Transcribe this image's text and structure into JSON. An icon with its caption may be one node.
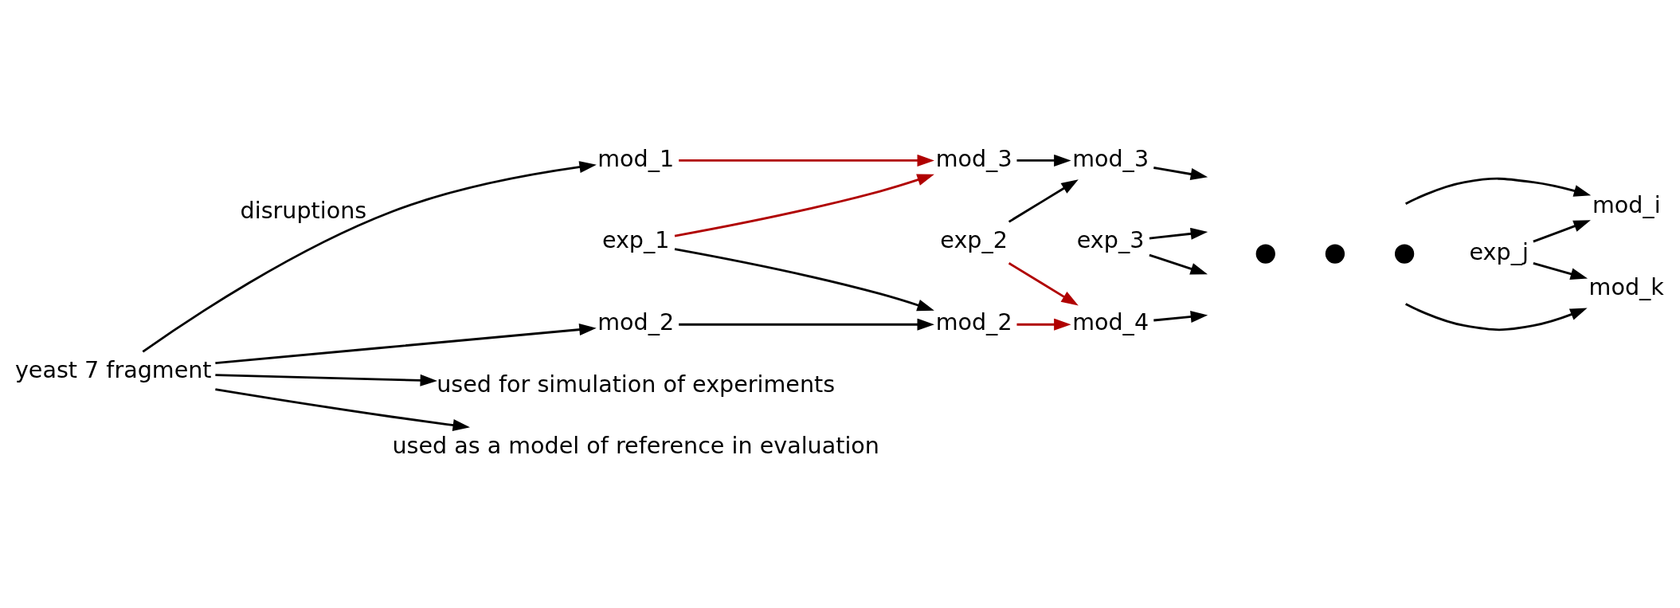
{
  "diagram": {
    "nodes": [
      {
        "text": [
          "yeast 7 fragment"
        ]
      },
      {
        "text": [
          "mod_1"
        ]
      },
      {
        "text": [
          "mod_2"
        ]
      },
      {
        "text": [
          "exp_1"
        ]
      },
      {
        "text": [
          "mod_3"
        ]
      },
      {
        "text": [
          "mod_2"
        ]
      },
      {
        "text": [
          "exp_2"
        ]
      },
      {
        "text": [
          "mod_3"
        ]
      },
      {
        "text": [
          "mod_4"
        ]
      },
      {
        "text": [
          "exp_3"
        ]
      },
      {
        "text": [],
        "shape": "circle"
      },
      {
        "text": [],
        "shape": "circle"
      },
      {
        "text": [],
        "shape": "circle"
      },
      {
        "text": [
          "exp_j"
        ]
      },
      {
        "text": [
          "mod_i"
        ]
      },
      {
        "text": [
          "mod_k"
        ]
      },
      {
        "text": [
          "used for simulation of experiments"
        ]
      },
      {
        "text": [
          "used as a model of reference in evaluation"
        ]
      }
    ],
    "edges": [
      {
        "from": 0,
        "to": 1,
        "arrow": "to",
        "label": "disruptions"
      },
      {
        "from": 0,
        "to": 2,
        "arrow": "to"
      },
      {
        "from": 1,
        "to": 4,
        "arrow": "to",
        "color": "#b00000"
      },
      {
        "from": 3,
        "to": 4,
        "arrow": "to",
        "color": "#b00000"
      },
      {
        "from": 2,
        "to": 5,
        "arrow": "to"
      },
      {
        "from": 3,
        "to": 5,
        "arrow": "to"
      },
      {
        "from": 4,
        "to": 7,
        "arrow": "to"
      },
      {
        "from": 6,
        "to": 7,
        "arrow": "to"
      },
      {
        "from": 5,
        "to": 8,
        "arrow": "to",
        "color": "#b00000"
      },
      {
        "from": 6,
        "to": 8,
        "arrow": "to",
        "color": "#b00000"
      },
      {
        "from": 7,
        "to": null,
        "arrow": "to"
      },
      {
        "from": 9,
        "to": null,
        "arrow": "to"
      },
      {
        "from": 8,
        "to": null,
        "arrow": "to"
      },
      {
        "from": 9,
        "to": null,
        "arrow": "to"
      },
      {
        "from": null,
        "to": 14,
        "arrow": "to"
      },
      {
        "from": 13,
        "to": 14,
        "arrow": "to"
      },
      {
        "from": null,
        "to": 15,
        "arrow": "to"
      },
      {
        "from": 13,
        "to": 15,
        "arrow": "to"
      },
      {
        "from": 0,
        "to": 16,
        "arrow": "to"
      },
      {
        "from": 0,
        "to": 17,
        "arrow": "to"
      }
    ]
  }
}
